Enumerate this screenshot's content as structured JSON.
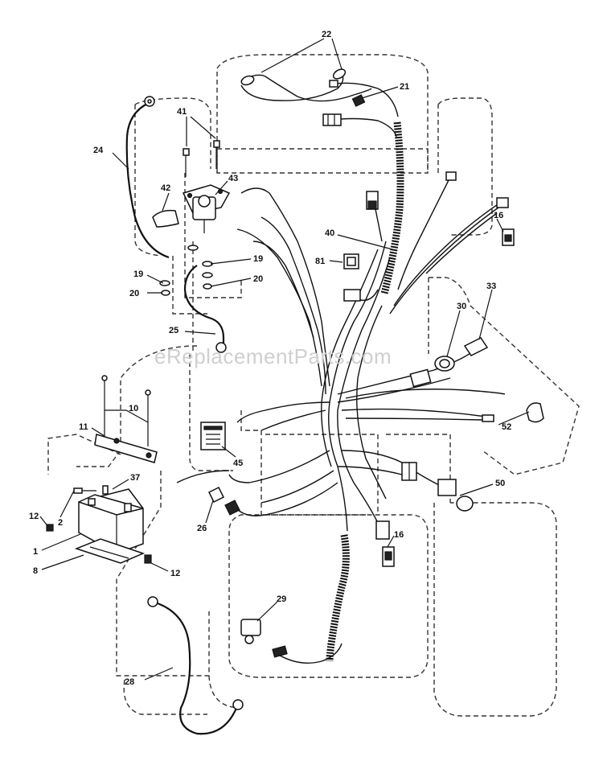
{
  "watermark": "eReplacementParts.com",
  "colors": {
    "line": "#111111",
    "outline": "#333333",
    "watermark": "#cfcfcf"
  },
  "callouts": [
    {
      "id": "c22",
      "text": "22"
    },
    {
      "id": "c21",
      "text": "21"
    },
    {
      "id": "c24",
      "text": "24"
    },
    {
      "id": "c41",
      "text": "41"
    },
    {
      "id": "c42",
      "text": "42"
    },
    {
      "id": "c43",
      "text": "43"
    },
    {
      "id": "c40",
      "text": "40"
    },
    {
      "id": "c16a",
      "text": "16"
    },
    {
      "id": "c81",
      "text": "81"
    },
    {
      "id": "c19a",
      "text": "19"
    },
    {
      "id": "c19b",
      "text": "19"
    },
    {
      "id": "c20a",
      "text": "20"
    },
    {
      "id": "c20b",
      "text": "20"
    },
    {
      "id": "c33",
      "text": "33"
    },
    {
      "id": "c30",
      "text": "30"
    },
    {
      "id": "c25",
      "text": "25"
    },
    {
      "id": "c10",
      "text": "10"
    },
    {
      "id": "c11",
      "text": "11"
    },
    {
      "id": "c52",
      "text": "52"
    },
    {
      "id": "c45",
      "text": "45"
    },
    {
      "id": "c37",
      "text": "37"
    },
    {
      "id": "c2",
      "text": "2"
    },
    {
      "id": "c12a",
      "text": "12"
    },
    {
      "id": "c50",
      "text": "50"
    },
    {
      "id": "c1",
      "text": "1"
    },
    {
      "id": "c8",
      "text": "8"
    },
    {
      "id": "c26",
      "text": "26"
    },
    {
      "id": "c16b",
      "text": "16"
    },
    {
      "id": "c12b",
      "text": "12"
    },
    {
      "id": "c29",
      "text": "29"
    },
    {
      "id": "c28",
      "text": "28"
    }
  ]
}
